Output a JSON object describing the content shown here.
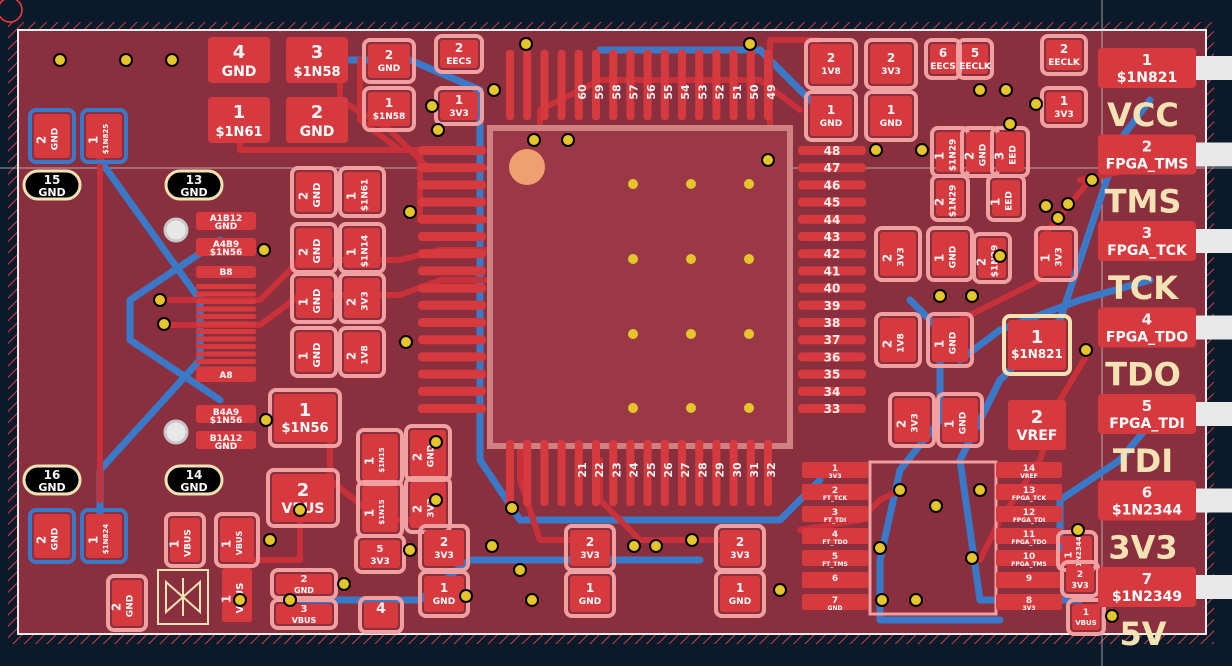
{
  "board": {
    "colors": {
      "background": "#0b1a2a",
      "board_fill": "#8a2f3e",
      "copper_front": "#c8303a",
      "copper_back": "#3a78c8",
      "pad": "#d63a3f",
      "pad_ring": "#f0a0a0",
      "silkscreen": "#f3e3b4",
      "via": "#e5c62a",
      "outline": "#ececec"
    }
  },
  "top_pads": [
    {
      "num": "4",
      "net": "GND"
    },
    {
      "num": "3",
      "net": "$1N58"
    },
    {
      "num": "1",
      "net": "$1N61"
    },
    {
      "num": "2",
      "net": "GND"
    }
  ],
  "small_pads": [
    {
      "num": "2",
      "net": "GND"
    },
    {
      "num": "1",
      "net": "$1N58"
    },
    {
      "num": "2",
      "net": "EECS"
    },
    {
      "num": "1",
      "net": "3V3"
    },
    {
      "num": "2",
      "net": "1V8"
    },
    {
      "num": "1",
      "net": "GND"
    },
    {
      "num": "2",
      "net": "3V3"
    },
    {
      "num": "1",
      "net": "GND"
    },
    {
      "num": "6",
      "net": "EECS"
    },
    {
      "num": "5",
      "net": "EECLK"
    },
    {
      "num": "2",
      "net": "EECLK"
    },
    {
      "num": "1",
      "net": "3V3"
    }
  ],
  "left_side": {
    "pads": [
      {
        "num": "2",
        "net": "GND"
      },
      {
        "num": "1",
        "net": "$1N825"
      },
      {
        "num": "2",
        "net": "GND"
      },
      {
        "num": "1",
        "net": "$1N824"
      }
    ],
    "shield": [
      {
        "num": "15",
        "net": "GND"
      },
      {
        "num": "13",
        "net": "GND"
      },
      {
        "num": "16",
        "net": "GND"
      },
      {
        "num": "14",
        "net": "GND"
      }
    ],
    "usb_labels": [
      "A1B12",
      "GND",
      "A4B9",
      "$1N56",
      "B8",
      "A8",
      "B4A9",
      "$1N56",
      "B1A12",
      "GND"
    ]
  },
  "decoupling": [
    {
      "num": "2",
      "net": "GND"
    },
    {
      "num": "1",
      "net": "$1N61"
    },
    {
      "num": "2",
      "net": "GND"
    },
    {
      "num": "1",
      "net": "$1N14"
    },
    {
      "num": "1",
      "net": "GND"
    },
    {
      "num": "2",
      "net": "3V3"
    },
    {
      "num": "1",
      "net": "GND"
    },
    {
      "num": "2",
      "net": "1V8"
    }
  ],
  "chip_pins": {
    "top": [
      "60",
      "59",
      "58",
      "57",
      "56",
      "55",
      "54",
      "53",
      "52",
      "51",
      "50",
      "49"
    ],
    "right": [
      "48",
      "47",
      "46",
      "45",
      "44",
      "43",
      "42",
      "41",
      "40",
      "39",
      "38",
      "37",
      "36",
      "35",
      "34",
      "33"
    ],
    "bottom": [
      "21",
      "22",
      "23",
      "24",
      "25",
      "26",
      "27",
      "28",
      "29",
      "30",
      "31",
      "32"
    ]
  },
  "right_caps": [
    {
      "num": "1",
      "net": "$1N29"
    },
    {
      "num": "2",
      "net": "GND"
    },
    {
      "num": "3",
      "net": "EED"
    },
    {
      "num": "2",
      "net": "$1N29"
    },
    {
      "num": "1",
      "net": "EED"
    },
    {
      "num": "2",
      "net": "3V3"
    },
    {
      "num": "1",
      "net": "GND"
    },
    {
      "num": "2",
      "net": "$1N29"
    },
    {
      "num": "1",
      "net": "3V3"
    },
    {
      "num": "2",
      "net": "1V8"
    },
    {
      "num": "1",
      "net": "GND"
    },
    {
      "num": "2",
      "net": "3V3"
    },
    {
      "num": "1",
      "net": "GND"
    }
  ],
  "center_right": [
    {
      "num": "1",
      "net": "$1N821"
    },
    {
      "num": "2",
      "net": "VREF"
    }
  ],
  "jtag_header": [
    {
      "num": "1",
      "net": "$1N821",
      "silk": "VCC"
    },
    {
      "num": "2",
      "net": "FPGA_TMS",
      "silk": "TMS"
    },
    {
      "num": "3",
      "net": "FPGA_TCK",
      "silk": "TCK"
    },
    {
      "num": "4",
      "net": "FPGA_TDO",
      "silk": "TDO"
    },
    {
      "num": "5",
      "net": "FPGA_TDI",
      "silk": "TDI"
    },
    {
      "num": "6",
      "net": "$1N2344",
      "silk": "3V3"
    },
    {
      "num": "7",
      "net": "$1N2349",
      "silk": "5V"
    }
  ],
  "buffer_chip": {
    "left": [
      {
        "num": "1",
        "net": "3V3"
      },
      {
        "num": "2",
        "net": "FT_TCK"
      },
      {
        "num": "3",
        "net": "FT_TDI"
      },
      {
        "num": "4",
        "net": "FT_TDO"
      },
      {
        "num": "5",
        "net": "FT_TMS"
      },
      {
        "num": "6",
        "net": ""
      },
      {
        "num": "7",
        "net": "GND"
      }
    ],
    "right": [
      {
        "num": "14",
        "net": "VREF"
      },
      {
        "num": "13",
        "net": "FPGA_TCK"
      },
      {
        "num": "12",
        "net": "FPGA_TDI"
      },
      {
        "num": "11",
        "net": "FPGA_TDO"
      },
      {
        "num": "10",
        "net": "FPGA_TMS"
      },
      {
        "num": "9",
        "net": ""
      },
      {
        "num": "8",
        "net": "3V3"
      }
    ]
  },
  "bottom_pads": [
    {
      "num": "2",
      "net": "VBUS"
    },
    {
      "num": "2",
      "net": "GND"
    },
    {
      "num": "1",
      "net": "VBUS"
    },
    {
      "num": "1",
      "net": "VBUS"
    },
    {
      "num": "2",
      "net": "GND"
    },
    {
      "num": "3",
      "net": "VBUS"
    },
    {
      "num": "4",
      "net": ""
    },
    {
      "num": "1",
      "net": "$1N56"
    },
    {
      "num": "1",
      "net": "$1N15"
    },
    {
      "num": "2",
      "net": "GND"
    },
    {
      "num": "1",
      "net": "$1N15"
    },
    {
      "num": "2",
      "net": "3V3"
    },
    {
      "num": "5",
      "net": "3V3"
    },
    {
      "num": "2",
      "net": "3V3"
    },
    {
      "num": "1",
      "net": "GND"
    },
    {
      "num": "2",
      "net": "3V3"
    },
    {
      "num": "1",
      "net": "GND"
    },
    {
      "num": "2",
      "net": "3V3"
    },
    {
      "num": "1",
      "net": "GND"
    },
    {
      "num": "1",
      "net": "$1N2344"
    },
    {
      "num": "2",
      "net": "3V3"
    },
    {
      "num": "1",
      "net": "VBUS"
    }
  ]
}
